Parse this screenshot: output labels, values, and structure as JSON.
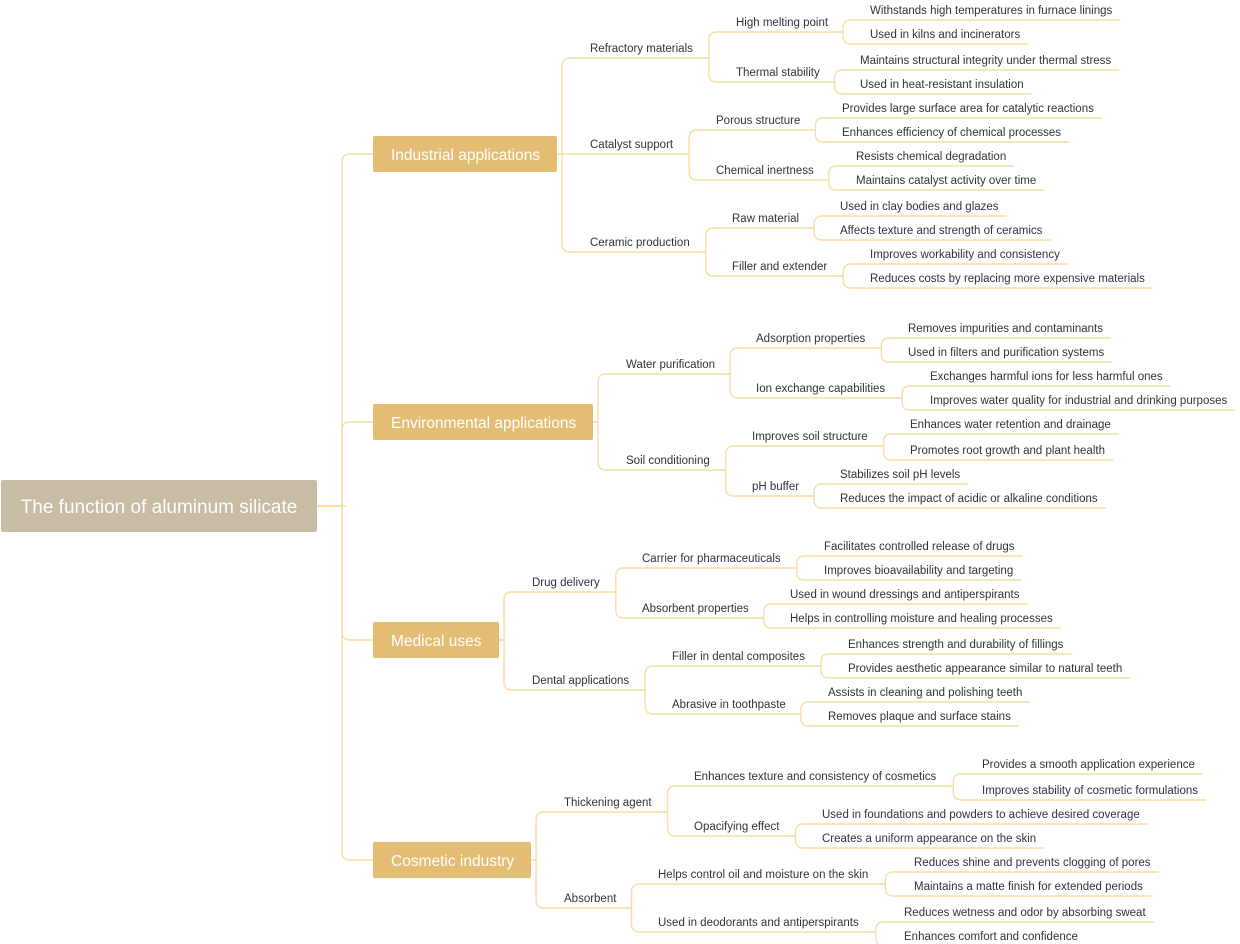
{
  "root": {
    "label": "The function of aluminum silicate",
    "children": [
      {
        "label": "Industrial applications",
        "children": [
          {
            "label": "Refractory materials",
            "children": [
              {
                "label": "High melting point",
                "children": [
                  {
                    "label": "Withstands high temperatures in furnace linings"
                  },
                  {
                    "label": "Used in kilns and incinerators"
                  }
                ]
              },
              {
                "label": "Thermal stability",
                "children": [
                  {
                    "label": "Maintains structural integrity under thermal stress"
                  },
                  {
                    "label": "Used in heat-resistant insulation"
                  }
                ]
              }
            ]
          },
          {
            "label": "Catalyst support",
            "children": [
              {
                "label": "Porous structure",
                "children": [
                  {
                    "label": "Provides large surface area for catalytic reactions"
                  },
                  {
                    "label": "Enhances efficiency of chemical processes"
                  }
                ]
              },
              {
                "label": "Chemical inertness",
                "children": [
                  {
                    "label": "Resists chemical degradation"
                  },
                  {
                    "label": "Maintains catalyst activity over time"
                  }
                ]
              }
            ]
          },
          {
            "label": "Ceramic production",
            "children": [
              {
                "label": "Raw material",
                "children": [
                  {
                    "label": "Used in clay bodies and glazes"
                  },
                  {
                    "label": "Affects texture and strength of ceramics"
                  }
                ]
              },
              {
                "label": "Filler and extender",
                "children": [
                  {
                    "label": "Improves workability and consistency"
                  },
                  {
                    "label": "Reduces costs by replacing more expensive materials"
                  }
                ]
              }
            ]
          }
        ]
      },
      {
        "label": "Environmental applications",
        "children": [
          {
            "label": "Water purification",
            "children": [
              {
                "label": "Adsorption properties",
                "children": [
                  {
                    "label": "Removes impurities and contaminants"
                  },
                  {
                    "label": "Used in filters and purification systems"
                  }
                ]
              },
              {
                "label": "Ion exchange capabilities",
                "children": [
                  {
                    "label": "Exchanges harmful ions for less harmful ones"
                  },
                  {
                    "label": "Improves water quality for industrial and drinking purposes"
                  }
                ]
              }
            ]
          },
          {
            "label": "Soil conditioning",
            "children": [
              {
                "label": "Improves soil structure",
                "children": [
                  {
                    "label": "Enhances water retention and drainage"
                  },
                  {
                    "label": "Promotes root growth and plant health"
                  }
                ]
              },
              {
                "label": "pH buffer",
                "children": [
                  {
                    "label": "Stabilizes soil pH levels"
                  },
                  {
                    "label": "Reduces the impact of acidic or alkaline conditions"
                  }
                ]
              }
            ]
          }
        ]
      },
      {
        "label": "Medical uses",
        "children": [
          {
            "label": "Drug delivery",
            "children": [
              {
                "label": "Carrier for pharmaceuticals",
                "children": [
                  {
                    "label": "Facilitates controlled release of drugs"
                  },
                  {
                    "label": "Improves bioavailability and targeting"
                  }
                ]
              },
              {
                "label": "Absorbent properties",
                "children": [
                  {
                    "label": "Used in wound dressings and antiperspirants"
                  },
                  {
                    "label": "Helps in controlling moisture and healing processes"
                  }
                ]
              }
            ]
          },
          {
            "label": "Dental applications",
            "children": [
              {
                "label": "Filler in dental composites",
                "children": [
                  {
                    "label": "Enhances strength and durability of fillings"
                  },
                  {
                    "label": "Provides aesthetic appearance similar to natural teeth"
                  }
                ]
              },
              {
                "label": "Abrasive in toothpaste",
                "children": [
                  {
                    "label": "Assists in cleaning and polishing teeth"
                  },
                  {
                    "label": "Removes plaque and surface stains"
                  }
                ]
              }
            ]
          }
        ]
      },
      {
        "label": "Cosmetic industry",
        "children": [
          {
            "label": "Thickening agent",
            "children": [
              {
                "label": "Enhances texture and consistency of cosmetics",
                "children": [
                  {
                    "label": "Provides a smooth application experience"
                  },
                  {
                    "label": "Improves stability of cosmetic formulations"
                  }
                ]
              },
              {
                "label": "Opacifying effect",
                "children": [
                  {
                    "label": "Used in foundations and powders to achieve desired coverage"
                  },
                  {
                    "label": "Creates a uniform appearance on the skin"
                  }
                ]
              }
            ]
          },
          {
            "label": "Absorbent",
            "children": [
              {
                "label": "Helps control oil and moisture on the skin",
                "children": [
                  {
                    "label": "Reduces shine and prevents clogging of pores"
                  },
                  {
                    "label": "Maintains a matte finish for extended periods"
                  }
                ]
              },
              {
                "label": "Used in deodorants and antiperspirants",
                "children": [
                  {
                    "label": "Reduces wetness and odor by absorbing sweat"
                  },
                  {
                    "label": "Enhances comfort and confidence"
                  }
                ]
              }
            ]
          }
        ]
      }
    ]
  },
  "colors": {
    "root_fill": "#c8bca4",
    "main_fill": "#e4bd74",
    "connector": "#f7dfa6",
    "node_text": "#333333",
    "box_text": "#ffffff"
  }
}
